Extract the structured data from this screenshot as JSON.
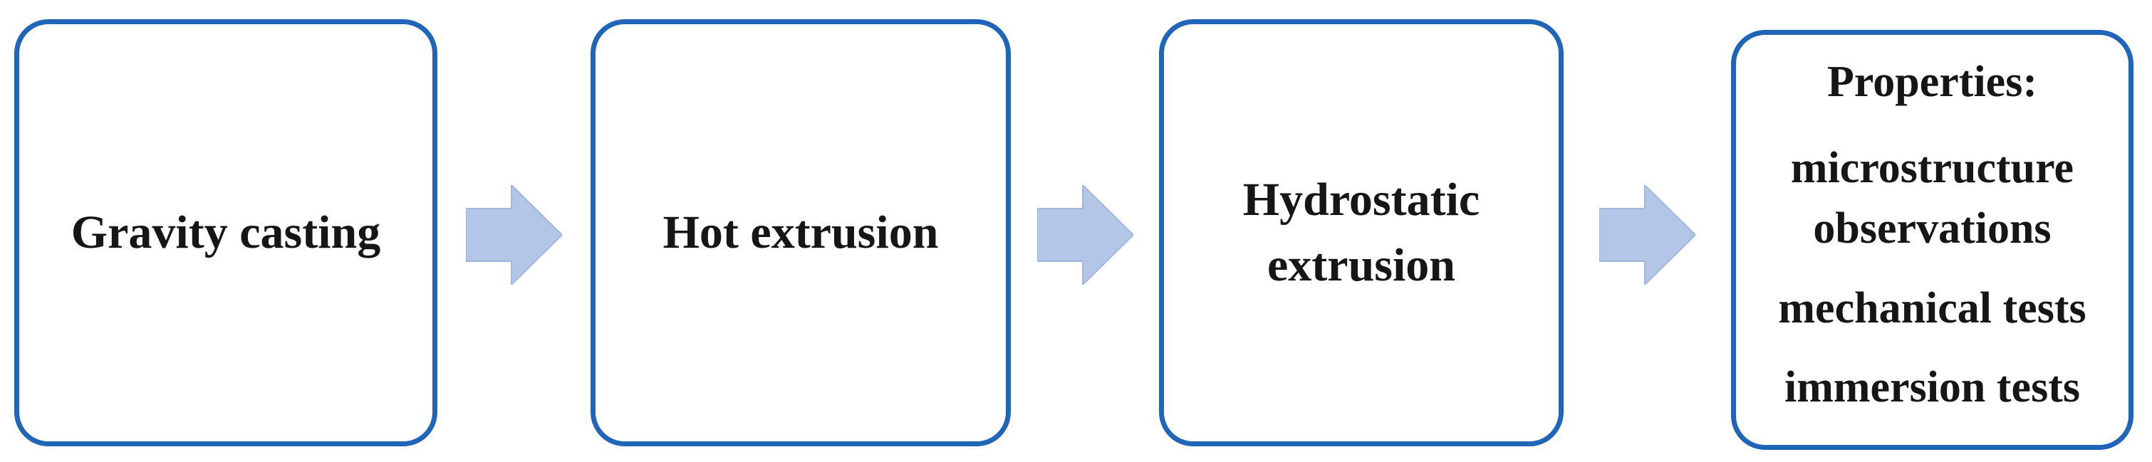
{
  "diagram": {
    "type": "flowchart",
    "direction": "left-to-right",
    "connector": "right-block-arrow",
    "steps": [
      {
        "id": "gravity-casting",
        "label": "Gravity casting"
      },
      {
        "id": "hot-extrusion",
        "label": "Hot extrusion"
      },
      {
        "id": "hydrostatic-extrusion",
        "label": "Hydrostatic extrusion"
      },
      {
        "id": "properties",
        "title": "Properties:",
        "items": [
          "microstructure observations",
          "mechanical tests",
          "immersion tests"
        ]
      }
    ]
  },
  "colors": {
    "box_border": "#2065b8",
    "box_fill": "#ffffff",
    "arrow_fill": "#b4c6e7",
    "arrow_outline": "#a3b6de",
    "text": "#161616",
    "background": "#ffffff"
  }
}
